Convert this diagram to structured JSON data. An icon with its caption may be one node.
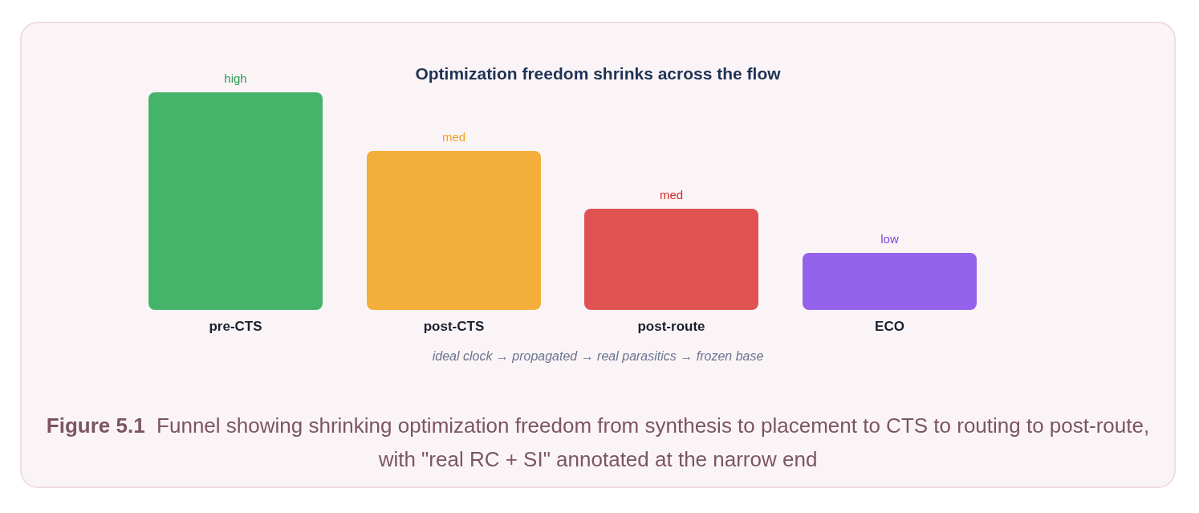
{
  "diagram": {
    "title": "Optimization freedom shrinks across the flow",
    "caption": "**Figure 5.1**  Funnel showing shrinking optimization freedom from synthesis to placement to CTS to routing to post-route, with \"real RC + SI\" annotated at the narrow end",
    "nodes": [
      {
        "text": [],
        "shape": "bar",
        "beside": [
          "high",
          "pre-CTS"
        ]
      },
      {
        "text": [],
        "shape": "bar",
        "beside": [
          "med",
          "post-CTS"
        ]
      },
      {
        "text": [],
        "shape": "bar",
        "beside": [
          "med",
          "post-route"
        ]
      },
      {
        "text": [],
        "shape": "bar",
        "beside": [
          "low",
          "ECO"
        ]
      }
    ],
    "labels": [
      "ideal clock → propagated → real parasitics → frozen base"
    ]
  }
}
